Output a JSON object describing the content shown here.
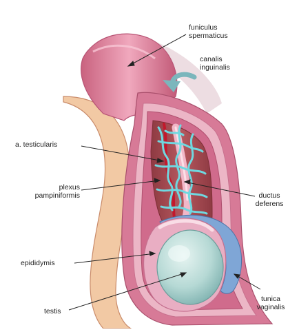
{
  "labels": {
    "funiculus": [
      "funiculus",
      "spermaticus"
    ],
    "canalis": [
      "canalis",
      "inguinalis"
    ],
    "a_testicularis": [
      "a. testicularis"
    ],
    "plexus": [
      "plexus",
      "pampiniformis"
    ],
    "ductus": [
      "ductus",
      "deferens"
    ],
    "epididymis": [
      "epididymis"
    ],
    "testis": [
      "testis"
    ],
    "tunica": [
      "tunica",
      "vaginalis"
    ]
  },
  "colors": {
    "cord": "#d77a97",
    "cord_dark": "#b85475",
    "skin": "#f2c9a4",
    "skin_edge": "#c98b6a",
    "inner_wall": "#a84b52",
    "inner_dark": "#8c3840",
    "vessel_blue": "#6fd8e0",
    "vessel_red": "#c2182c",
    "epididymis": "#e9aec3",
    "testis": "#b9dcd8",
    "tunica": "#7fa6d6",
    "arrow": "#7bb6bc"
  }
}
